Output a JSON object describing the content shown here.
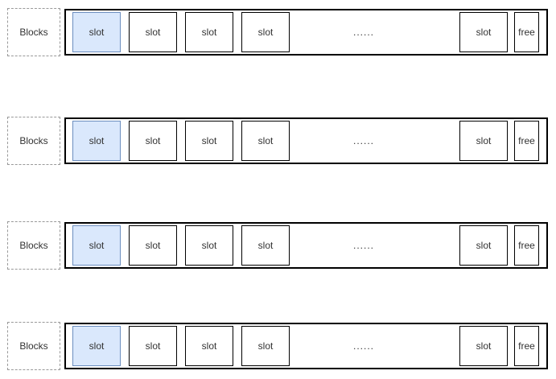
{
  "colors": {
    "highlight_fill": "#dae8fc",
    "highlight_border": "#6c8ebf",
    "box_border": "#000000",
    "dashed_border": "#999999",
    "text": "#333333",
    "background": "#ffffff"
  },
  "rows": [
    {
      "label": "Blocks",
      "slots": [
        "slot",
        "slot",
        "slot",
        "slot"
      ],
      "dots": "......",
      "tail_slot": "slot",
      "free": "free"
    },
    {
      "label": "Blocks",
      "slots": [
        "slot",
        "slot",
        "slot",
        "slot"
      ],
      "dots": "......",
      "tail_slot": "slot",
      "free": "free"
    },
    {
      "label": "Blocks",
      "slots": [
        "slot",
        "slot",
        "slot",
        "slot"
      ],
      "dots": "......",
      "tail_slot": "slot",
      "free": "free"
    },
    {
      "label": "Blocks",
      "slots": [
        "slot",
        "slot",
        "slot",
        "slot"
      ],
      "dots": "......",
      "tail_slot": "slot",
      "free": "free"
    }
  ]
}
